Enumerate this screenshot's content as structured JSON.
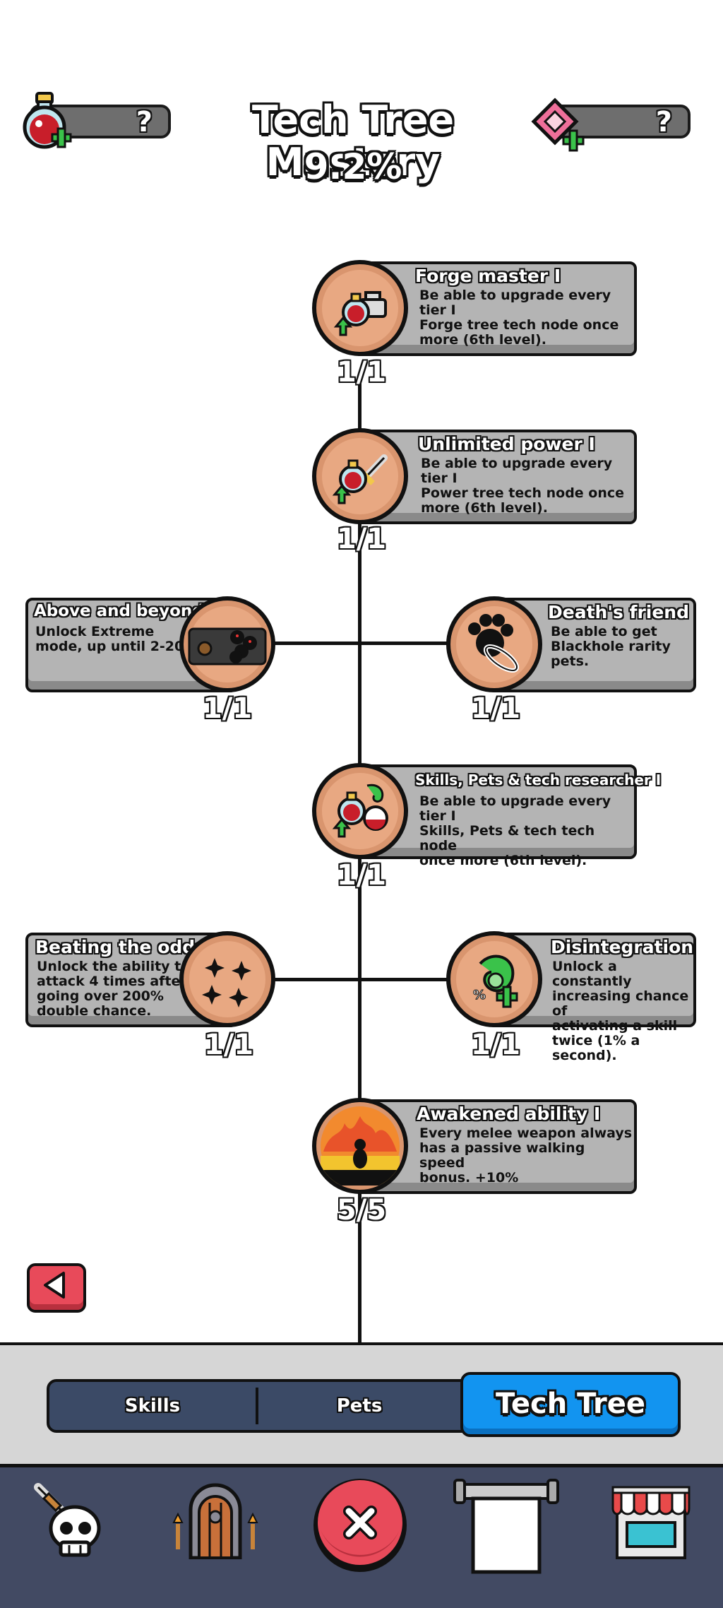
{
  "header": {
    "title": "Tech Tree Mastery",
    "percent": "9.2%",
    "left_resource": {
      "icon": "red-potion-icon",
      "value": "?"
    },
    "right_resource": {
      "icon": "pink-gem-icon",
      "value": "?"
    }
  },
  "nodes": [
    {
      "title": "Forge master I",
      "desc": [
        "Be able to upgrade every tier I",
        "Forge tree tech node once",
        "more (6th level)."
      ],
      "count": "1/1",
      "icon": "forge-upgrade-icon"
    },
    {
      "title": "Unlimited power I",
      "desc": [
        "Be able to upgrade every tier I",
        "Power tree tech node once",
        "more (6th level)."
      ],
      "count": "1/1",
      "icon": "power-upgrade-icon"
    },
    {
      "title": "Above and beyond I",
      "desc": [
        "Unlock Extreme",
        "mode, up until 2-20."
      ],
      "count": "1/1",
      "icon": "extreme-mode-icon"
    },
    {
      "title": "Death's friend",
      "desc": [
        "Be able to get",
        "Blackhole rarity",
        "pets."
      ],
      "count": "1/1",
      "icon": "blackhole-paw-icon"
    },
    {
      "title": "Skills, Pets & tech researcher I",
      "desc": [
        "Be able to upgrade every tier I",
        "Skills, Pets & tech tech node",
        "once more (6th level)."
      ],
      "count": "1/1",
      "icon": "research-upgrade-icon"
    },
    {
      "title": "Beating the odds",
      "desc": [
        "Unlock the ability to",
        "attack 4 times after",
        "going over 200%",
        "double chance."
      ],
      "count": "1/1",
      "icon": "shuriken-icon"
    },
    {
      "title": "Disintegration",
      "desc": [
        "Unlock a constantly",
        "increasing chance of",
        "activating a skill",
        "twice (1% a second)."
      ],
      "count": "1/1",
      "icon": "skill-twice-icon"
    },
    {
      "title": "Awakened ability I",
      "desc": [
        "Every melee weapon always",
        "has a passive walking speed",
        "bonus. +10%"
      ],
      "count": "5/5",
      "icon": "fire-figure-icon"
    }
  ],
  "tabs": {
    "skills": "Skills",
    "pets": "Pets",
    "tech_tree": "Tech Tree"
  },
  "nav": [
    "skull-sword-icon",
    "dungeon-door-icon",
    "close-icon",
    "scroll-icon",
    "shop-icon"
  ],
  "colors": {
    "accent_blue": "#1294f0",
    "back_red": "#e84a5a",
    "nav_bg": "#424a63",
    "node_bg": "#b4b4b4"
  }
}
